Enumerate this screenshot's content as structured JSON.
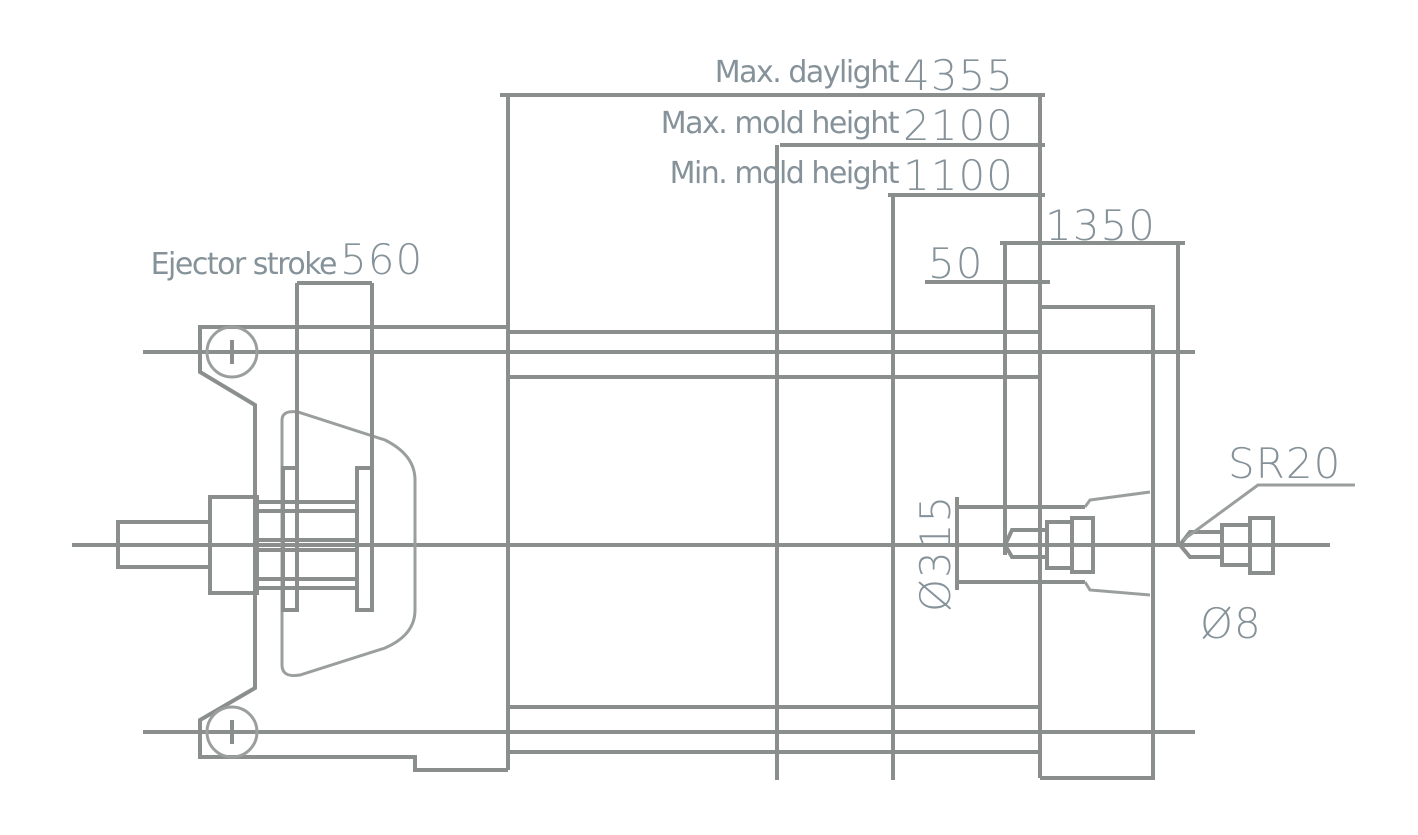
{
  "drawing": {
    "title": "Injection molding machine clamping unit dimensions",
    "dimensions": [
      {
        "label": "Max. daylight",
        "value": "4355"
      },
      {
        "label": "Max. mold height",
        "value": "2100"
      },
      {
        "label": "Min. mold height",
        "value": "1100"
      },
      {
        "label": "",
        "value": "1350"
      },
      {
        "label": "",
        "value": "50"
      },
      {
        "label": "Ejector stroke",
        "value": "560"
      }
    ],
    "annotations": {
      "locating_ring": "Ø315",
      "nozzle_radius": "SR20",
      "nozzle_orifice": "Ø8"
    },
    "colors": {
      "line": "#8a8f8e",
      "text": "#86929a"
    }
  }
}
